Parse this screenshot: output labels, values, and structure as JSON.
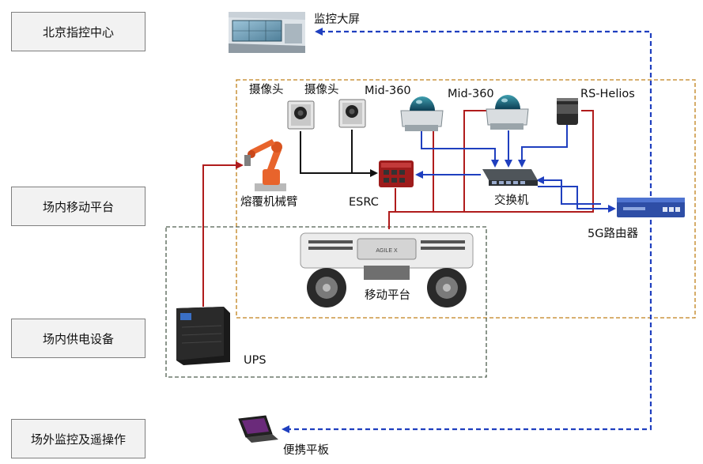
{
  "zones": {
    "beijing": "北京指控中心",
    "mobile_platform": "场内移动平台",
    "power": "场内供电设备",
    "remote": "场外监控及遥操作"
  },
  "devices": {
    "big_screen": "监控大屏",
    "camera_1": "摄像头",
    "camera_2": "摄像头",
    "lidar_1": "Mid-360",
    "lidar_2": "Mid-360",
    "lidar_3": "RS-Helios",
    "robot_arm": "熔覆机械臂",
    "esrc": "ESRC",
    "switch": "交换机",
    "router": "5G路由器",
    "mobile_base": "移动平台",
    "ups": "UPS",
    "tablet": "便携平板",
    "robot_logo": "AGILE X"
  },
  "colors": {
    "power_line": "#b01c1c",
    "data_line": "#1f3fbf",
    "wireless_line": "#1f3fbf",
    "ethernet_line": "#111111",
    "platform_border": "#c0811a",
    "power_border": "#4f5f4f"
  }
}
